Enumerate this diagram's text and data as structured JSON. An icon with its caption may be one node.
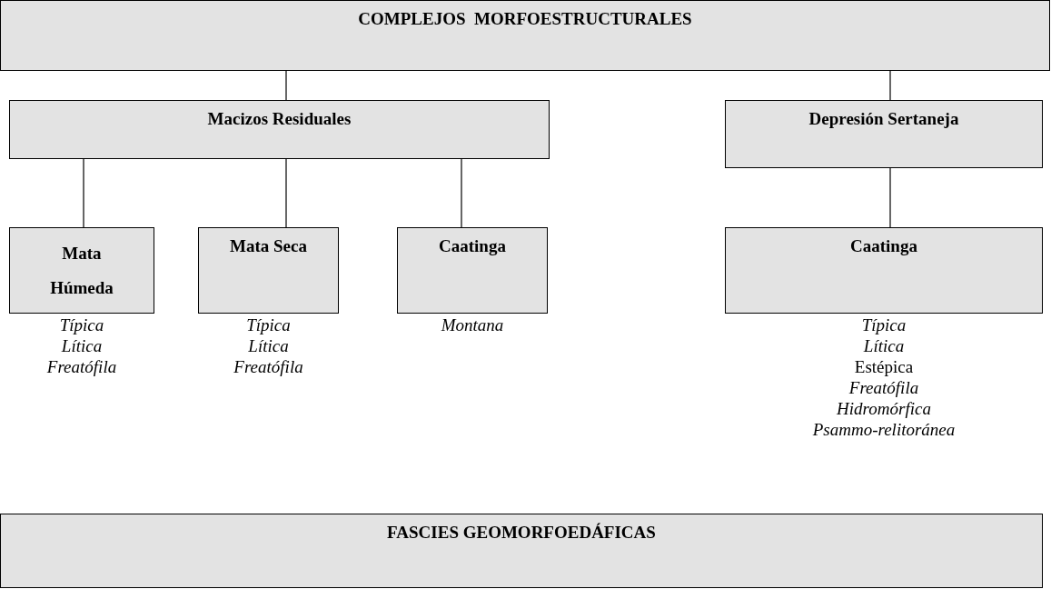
{
  "diagram": {
    "nodes": [
      {
        "text": [
          "COMPLEJOS  MORFOESTRUCTURALES"
        ]
      },
      {
        "text": [
          "Macizos Residuales"
        ]
      },
      {
        "text": [
          "Depresión Sertaneja"
        ]
      },
      {
        "text": [
          "Mata Húmeda"
        ],
        "beside": [
          "Típica",
          "Lítica",
          "Freatófila"
        ]
      },
      {
        "text": [
          "Mata Seca"
        ],
        "beside": [
          "Típica",
          "Lítica",
          "Freatófila"
        ]
      },
      {
        "text": [
          "Caatinga"
        ],
        "beside": [
          "Montana"
        ]
      },
      {
        "text": [
          "Caatinga"
        ],
        "beside": [
          "Típica",
          "Lítica",
          "Estépica",
          "Freatófila",
          "Hidromórfica",
          "Psammo-relitoránea"
        ]
      },
      {
        "text": [
          "FASCIES GEOMORFOEDÁFICAS"
        ]
      }
    ],
    "edges": [
      {
        "from": 0,
        "to": 1,
        "arrow": "none"
      },
      {
        "from": 0,
        "to": 2,
        "arrow": "none"
      },
      {
        "from": 1,
        "to": 3,
        "arrow": "none"
      },
      {
        "from": 1,
        "to": 4,
        "arrow": "none"
      },
      {
        "from": 1,
        "to": 5,
        "arrow": "none"
      },
      {
        "from": 2,
        "to": 6,
        "arrow": "none"
      }
    ]
  }
}
